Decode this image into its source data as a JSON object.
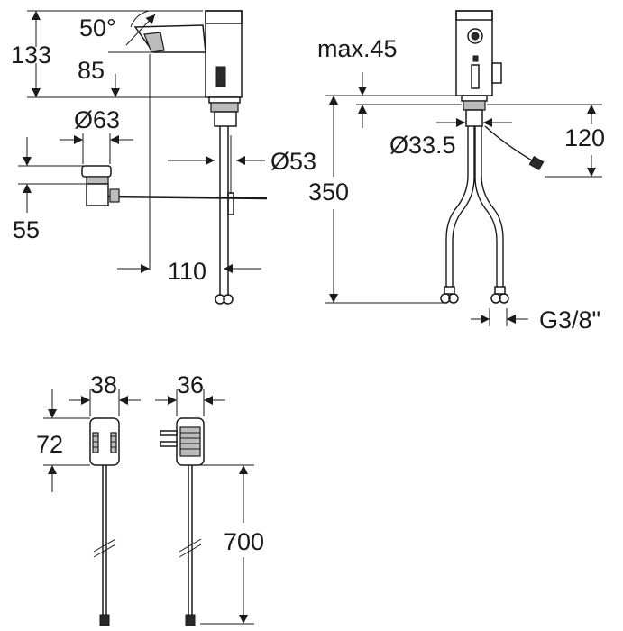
{
  "dimensions": {
    "angle": "50°",
    "height_133": "133",
    "height_85": "85",
    "dia_63": "Ø63",
    "dia_53": "Ø53",
    "height_55": "55",
    "reach_110": "110",
    "max_45": "max.45",
    "dia_33_5": "Ø33.5",
    "height_350": "350",
    "height_120": "120",
    "thread": "G3/8\"",
    "width_38": "38",
    "width_36": "36",
    "height_72": "72",
    "cable_700": "700"
  }
}
